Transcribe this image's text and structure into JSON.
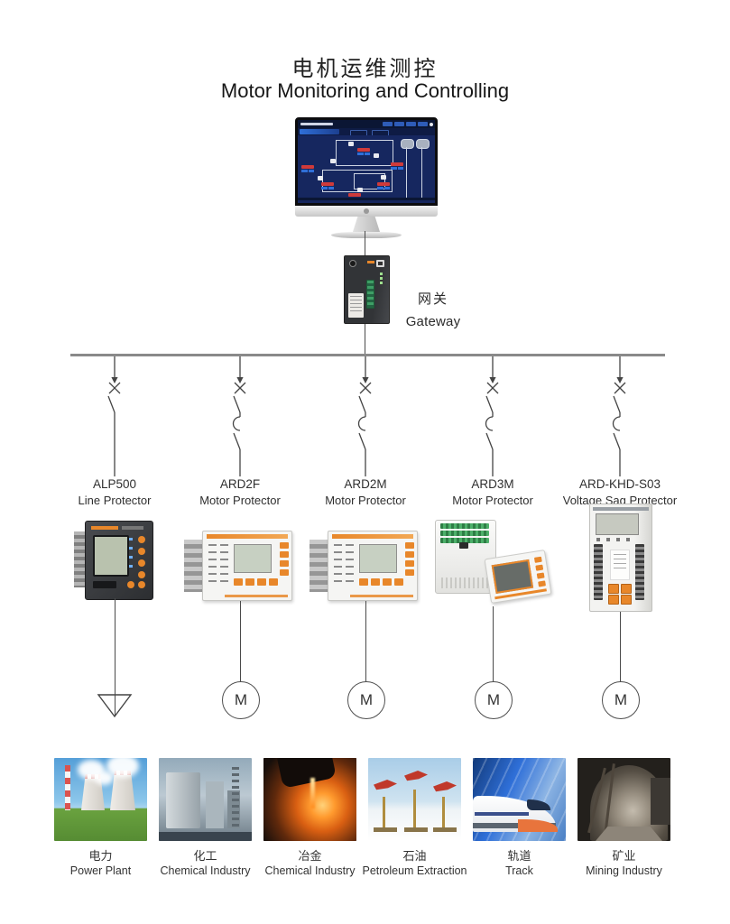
{
  "title": {
    "zh": "电机运维测控",
    "en": "Motor Monitoring and Controlling"
  },
  "gateway_label": {
    "zh": "网关",
    "en": "Gateway"
  },
  "motor_label": "M",
  "branches": [
    {
      "model": "ALP500",
      "type": "Line Protector",
      "terminal": "ground"
    },
    {
      "model": "ARD2F",
      "type": "Motor Protector",
      "terminal": "motor"
    },
    {
      "model": "ARD2M",
      "type": "Motor Protector",
      "terminal": "motor"
    },
    {
      "model": "ARD3M",
      "type": "Motor Protector",
      "terminal": "motor"
    },
    {
      "model": "ARD-KHD-S03",
      "type": "Voltage Sag Protector",
      "terminal": "motor"
    }
  ],
  "industries": [
    {
      "zh": "电力",
      "en": "Power Plant"
    },
    {
      "zh": "化工",
      "en": "Chemical Industry"
    },
    {
      "zh": "冶金",
      "en": "Chemical Industry"
    },
    {
      "zh": "石油",
      "en": "Petroleum Extraction"
    },
    {
      "zh": "轨道",
      "en": "Track"
    },
    {
      "zh": "矿业",
      "en": "Mining Industry"
    }
  ],
  "colors": {
    "accent_orange": "#e8872a",
    "screen_navy": "#16275f",
    "alarm_red": "#cf3a3a",
    "hmi_blue": "#2f6fd8",
    "bus_gray": "#8a8a8a",
    "line_gray": "#444444"
  }
}
